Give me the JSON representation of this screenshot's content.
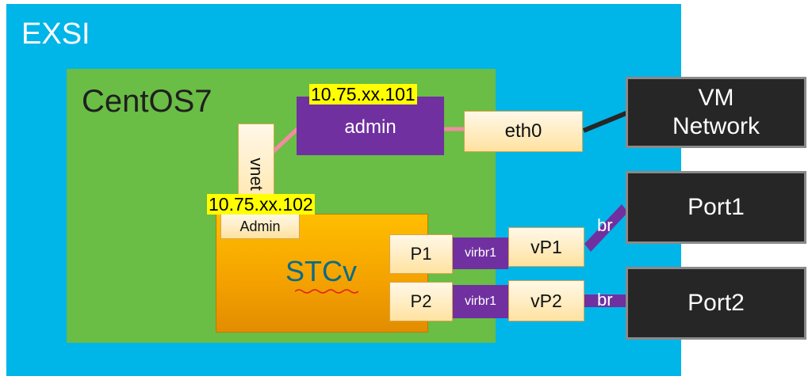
{
  "exsi": {
    "label": "EXSI"
  },
  "centos": {
    "label": "CentOS7"
  },
  "stcv": {
    "label": "STCv"
  },
  "vnet": {
    "label": "vnet"
  },
  "admin_iface": {
    "label": "admin",
    "ip": "10.75.xx.101"
  },
  "admin_port": {
    "label": "Admin",
    "ip": "10.75.xx.102"
  },
  "eth0": {
    "label": "eth0"
  },
  "ports": {
    "p1": "P1",
    "p2": "P2",
    "vp1": "vP1",
    "vp2": "vP2",
    "virbr1_a": "virbr1",
    "virbr1_b": "virbr1",
    "br_a": "br",
    "br_b": "br"
  },
  "networks": {
    "vm_network": "VM\nNetwork",
    "port1": "Port1",
    "port2": "Port2"
  },
  "colors": {
    "exsi": "#00b5e8",
    "centos": "#6abd45",
    "stcv": "#ffbe00",
    "purple": "#7030a0",
    "highlight": "#ffff00",
    "dark": "#262626"
  }
}
